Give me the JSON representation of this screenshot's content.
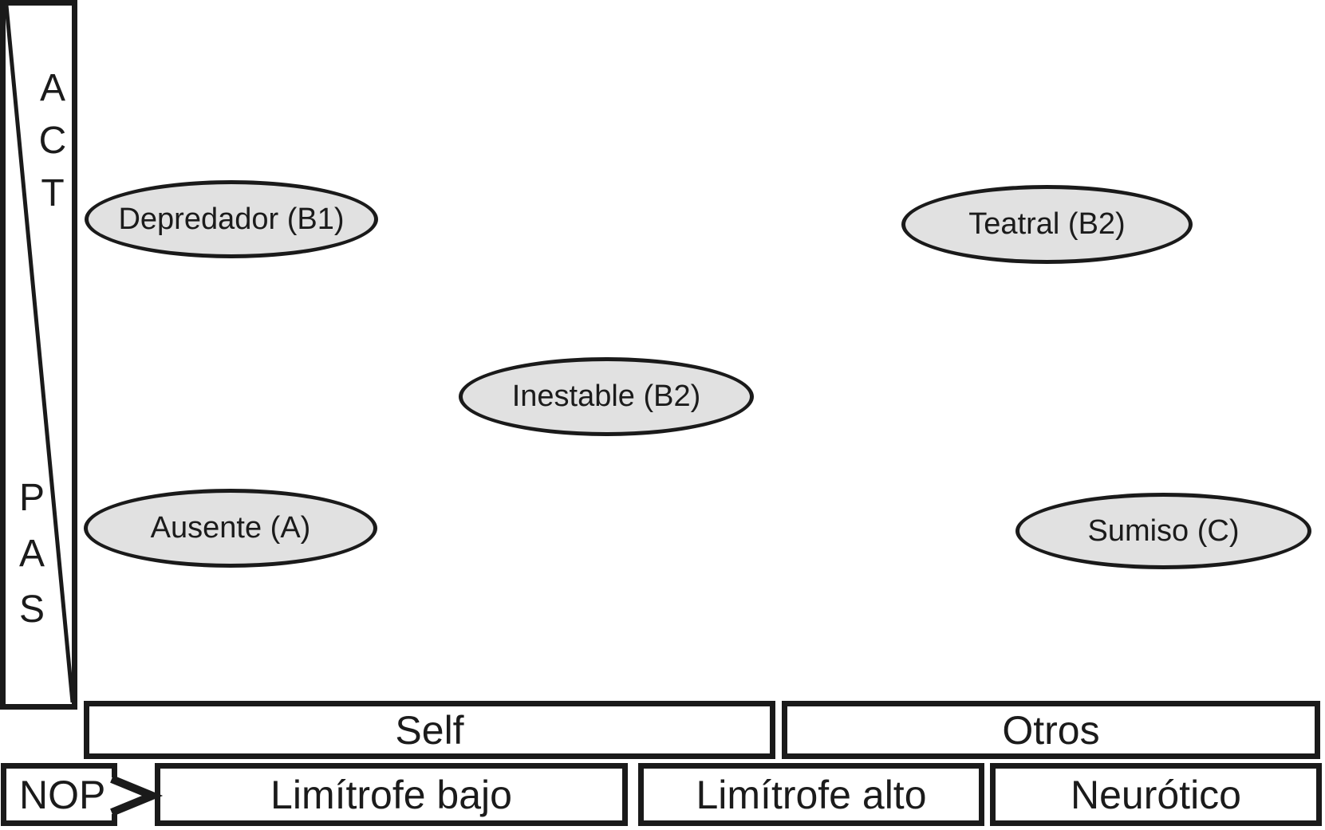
{
  "diagram": {
    "activity_axis": {
      "top_label": "ACT",
      "bottom_label": "PAS"
    },
    "nodes": [
      {
        "label": "Depredador (B1)"
      },
      {
        "label": "Teatral (B2)"
      },
      {
        "label": "Inestable (B2)"
      },
      {
        "label": "Ausente (A)"
      },
      {
        "label": "Sumiso (C)"
      }
    ],
    "orientation_axis": {
      "segments": [
        {
          "label": "Self"
        },
        {
          "label": "Otros"
        }
      ]
    },
    "nop_axis": {
      "label": "NOP",
      "segments": [
        {
          "label": "Limítrofe bajo"
        },
        {
          "label": "Limítrofe alto"
        },
        {
          "label": "Neurótico"
        }
      ]
    },
    "colors": {
      "node_fill": "#e1e1e1",
      "line": "#1a1a1a",
      "background": "#ffffff",
      "text": "#1b1b1b"
    }
  }
}
